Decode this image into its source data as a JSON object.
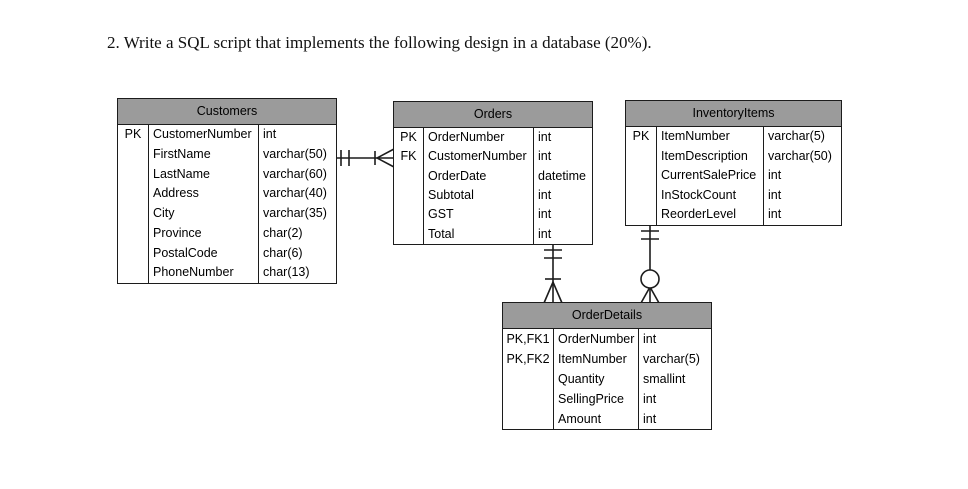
{
  "title": "2. Write a SQL script that implements the following design in a database (20%).",
  "diagram": {
    "type": "entity-relationship-crowsfoot",
    "colors": {
      "header_bg": "#9b9b9b",
      "line": "#1c1c1c",
      "text": "#000000",
      "background": "#ffffff"
    },
    "tables": [
      {
        "name": "Customers",
        "columns": [
          {
            "key": "PK",
            "name": "CustomerNumber",
            "type": "int"
          },
          {
            "key": "",
            "name": "FirstName",
            "type": "varchar(50)"
          },
          {
            "key": "",
            "name": "LastName",
            "type": "varchar(60)"
          },
          {
            "key": "",
            "name": "Address",
            "type": "varchar(40)"
          },
          {
            "key": "",
            "name": "City",
            "type": "varchar(35)"
          },
          {
            "key": "",
            "name": "Province",
            "type": "char(2)"
          },
          {
            "key": "",
            "name": "PostalCode",
            "type": "char(6)"
          },
          {
            "key": "",
            "name": "PhoneNumber",
            "type": "char(13)"
          }
        ]
      },
      {
        "name": "Orders",
        "columns": [
          {
            "key": "PK",
            "name": "OrderNumber",
            "type": "int"
          },
          {
            "key": "FK",
            "name": "CustomerNumber",
            "type": "int"
          },
          {
            "key": "",
            "name": "OrderDate",
            "type": "datetime"
          },
          {
            "key": "",
            "name": "Subtotal",
            "type": "int"
          },
          {
            "key": "",
            "name": "GST",
            "type": "int"
          },
          {
            "key": "",
            "name": "Total",
            "type": "int"
          }
        ]
      },
      {
        "name": "InventoryItems",
        "columns": [
          {
            "key": "PK",
            "name": "ItemNumber",
            "type": "varchar(5)"
          },
          {
            "key": "",
            "name": "ItemDescription",
            "type": "varchar(50)"
          },
          {
            "key": "",
            "name": "CurrentSalePrice",
            "type": "int"
          },
          {
            "key": "",
            "name": "InStockCount",
            "type": "int"
          },
          {
            "key": "",
            "name": "ReorderLevel",
            "type": "int"
          }
        ]
      },
      {
        "name": "OrderDetails",
        "columns": [
          {
            "key": "PK,FK1",
            "name": "OrderNumber",
            "type": "int"
          },
          {
            "key": "PK,FK2",
            "name": "ItemNumber",
            "type": "varchar(5)"
          },
          {
            "key": "",
            "name": "Quantity",
            "type": "smallint"
          },
          {
            "key": "",
            "name": "SellingPrice",
            "type": "int"
          },
          {
            "key": "",
            "name": "Amount",
            "type": "int"
          }
        ]
      }
    ],
    "relationships": [
      {
        "from": "Customers",
        "to": "Orders",
        "from_cardinality": "one-and-only-one",
        "to_cardinality": "one-or-many"
      },
      {
        "from": "Orders",
        "to": "OrderDetails",
        "from_cardinality": "one-and-only-one",
        "to_cardinality": "one-or-many"
      },
      {
        "from": "InventoryItems",
        "to": "OrderDetails",
        "from_cardinality": "one-and-only-one",
        "to_cardinality": "zero-or-many"
      }
    ]
  }
}
